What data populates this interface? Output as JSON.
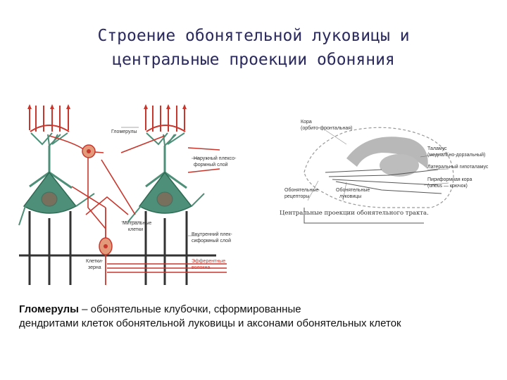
{
  "title": {
    "line1": "Строение обонятельной луковицы и",
    "line2": "центральные проекции обоняния"
  },
  "left_diagram": {
    "labels": {
      "glomeruli": "Гломерулы",
      "outer_plexiform_1": "Наружный плексо-",
      "outer_plexiform_2": "формный слой",
      "mitral_1": "Митральные",
      "mitral_2": "клетки",
      "inner_plexiform_1": "Внутренний плек-",
      "inner_plexiform_2": "сиформный слой",
      "granule_1": "Клетки-",
      "granule_2": "зерна",
      "efferent_1": "Эфферентные",
      "efferent_2": "волокна"
    },
    "colors": {
      "neuron": "#4d8f78",
      "fiber": "#c8372d",
      "dark": "#333333"
    }
  },
  "right_diagram": {
    "labels": {
      "cortex_1": "Кора",
      "cortex_2": "(орбито-фронтальная)",
      "thalamus_1": "Таламус",
      "thalamus_2": "(медиально-дорзальный)",
      "lateral_hypo": "Латеральный гипоталамус",
      "piriform_1": "Пириформная кора",
      "piriform_2": "(uncus — крючок)",
      "receptors_1": "Обонятельные",
      "receptors_2": "рецепторы",
      "bulb_1": "Обонятельные",
      "bulb_2": "луковицы",
      "caption": "Центральные проекции обонятельного тракта."
    }
  },
  "caption": {
    "bold": "Гломерулы",
    "rest_line1": " – обонятельные клубочки, сформированные",
    "line2": "дендритами клеток обонятельной луковицы и аксонами обонятельных клеток"
  }
}
